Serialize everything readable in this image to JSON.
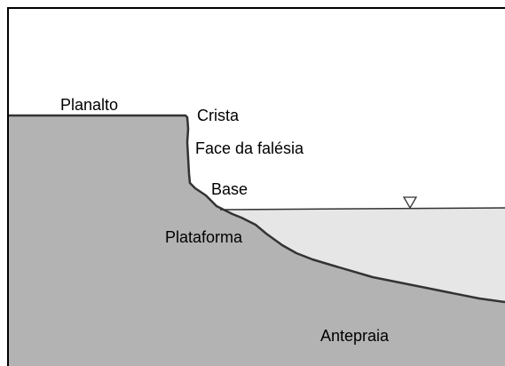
{
  "labels": {
    "plateau": "Planalto",
    "crest": "Crista",
    "cliff_face": "Face da falésia",
    "base": "Base",
    "platform": "Plataforma",
    "shoreface": "Antepraia"
  },
  "symbols": {
    "water_level": "water-level-triangle"
  },
  "colors": {
    "land": "#b3b3b3",
    "water": "#e6e6e6",
    "outline": "#333333",
    "frame": "#000000",
    "background": "#ffffff"
  }
}
